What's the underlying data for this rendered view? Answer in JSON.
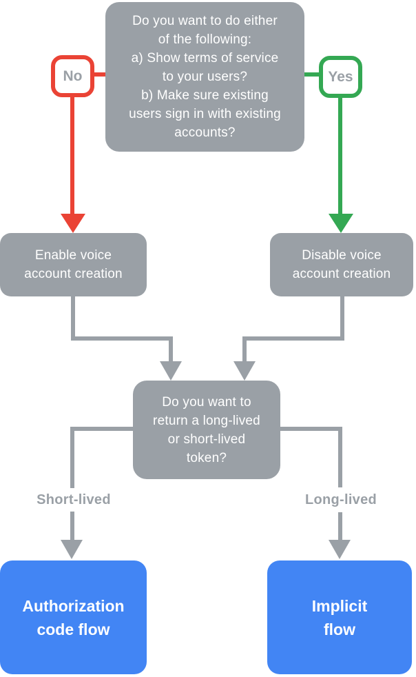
{
  "palette": {
    "node_gray": "#9AA0A6",
    "node_blue": "#4285F4",
    "no_red": "#EA4335",
    "yes_green": "#34A853",
    "node_text": "#FFFFFF",
    "label_text": "#9AA0A6",
    "background": "#FFFFFF"
  },
  "flowchart": {
    "question1": "Do you want to do either\nof the following:\na) Show terms of service\nto your users?\nb) Make sure existing\nusers sign in with existing\naccounts?",
    "no_label": "No",
    "yes_label": "Yes",
    "enable_node": "Enable voice\naccount creation",
    "disable_node": "Disable voice\naccount creation",
    "question2": "Do you want to\nreturn a long-lived\nor short-lived\ntoken?",
    "short_lived_label": "Short-lived",
    "long_lived_label": "Long-lived",
    "authorization_node": "Authorization\ncode flow",
    "implicit_node": "Implicit\nflow"
  }
}
